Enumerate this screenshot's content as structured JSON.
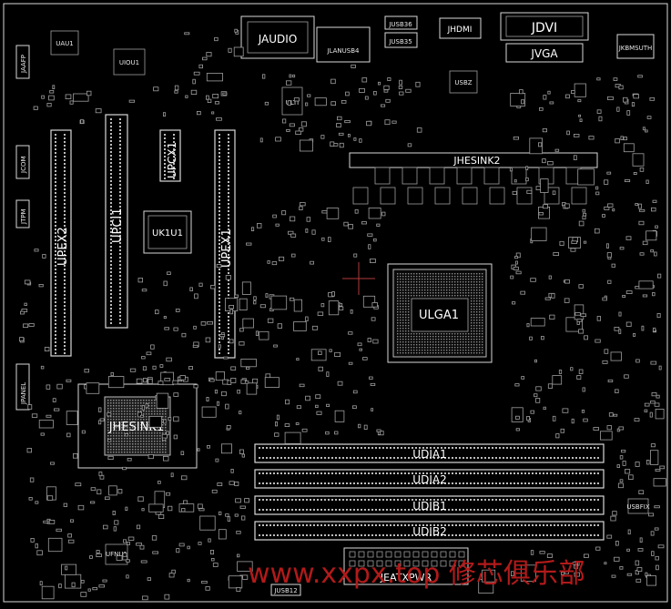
{
  "colors": {
    "background": "#000000",
    "silkscreen": "#d8d8d8",
    "text": "#ffffff",
    "watermark": "#b21a1a",
    "crosshair": "#b23a3a"
  },
  "labels": {
    "jaudio": "JAUDIO",
    "jlan_usb": "JLANUSB4",
    "jusb_top": "JUSB36",
    "jusb35": "JUSB35",
    "jhdmi": "JHDMI",
    "jdvi": "JDVI",
    "jvga": "JVGA",
    "jkbms": "JKBMSUTH",
    "uau1": "UAU1",
    "uiou1": "UIOU1",
    "jaafp": "JAAFP",
    "ulti": "ULTI",
    "usbz": "USBZ",
    "jhesink2": "JHESINK2",
    "upex2": "UPEX2",
    "upci1": "UPCI1",
    "upcx1": "UPCX1",
    "upex1": "UPEX1",
    "uk1u1": "UK1U1",
    "ulga1": "ULGA1",
    "jhesink1": "JHESINK1",
    "jpanel": "JPANEL",
    "jcom": "JCOM",
    "jtpm": "JTPM",
    "udia1": "UDIA1",
    "udia2": "UDIA2",
    "udib1": "UDIB1",
    "udib2": "UDIB2",
    "jeatxpwr": "JEATXPWR",
    "jusb12": "JUSB12",
    "ufnu1": "UFNU1",
    "usbfix": "USBFIX"
  },
  "watermark": "www.xxpx.top 修芯俱乐部"
}
